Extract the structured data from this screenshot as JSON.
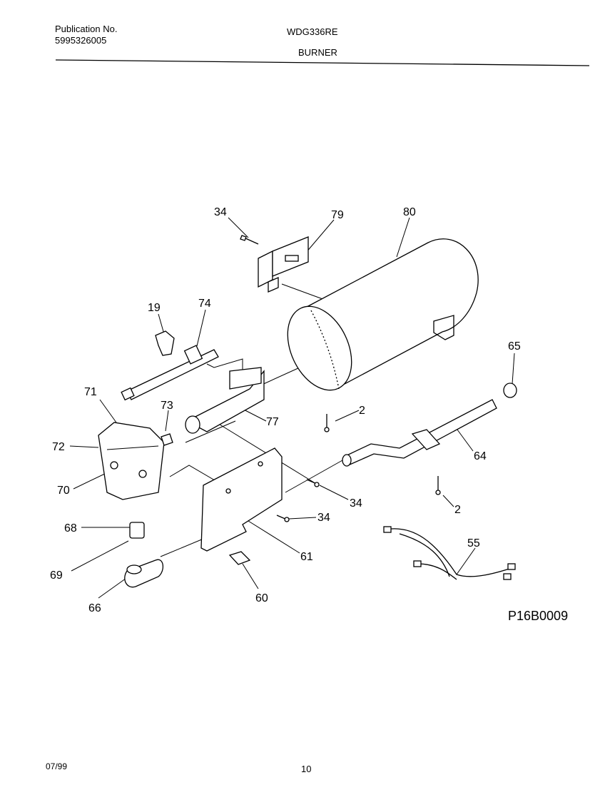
{
  "header": {
    "publication_label": "Publication No.",
    "publication_number": "5995326005",
    "model": "WDG336RE",
    "section": "BURNER"
  },
  "callouts": {
    "c34a": "34",
    "c79": "79",
    "c80": "80",
    "c19": "19",
    "c74": "74",
    "c65": "65",
    "c71": "71",
    "c73": "73",
    "c2a": "2",
    "c77": "77",
    "c72": "72",
    "c64": "64",
    "c70": "70",
    "c34b": "34",
    "c34c": "34",
    "c2b": "2",
    "c68": "68",
    "c55": "55",
    "c69": "69",
    "c61": "61",
    "c60": "60",
    "c66": "66"
  },
  "drawing_id": "P16B0009",
  "footer": {
    "date": "07/99",
    "page": "10"
  }
}
